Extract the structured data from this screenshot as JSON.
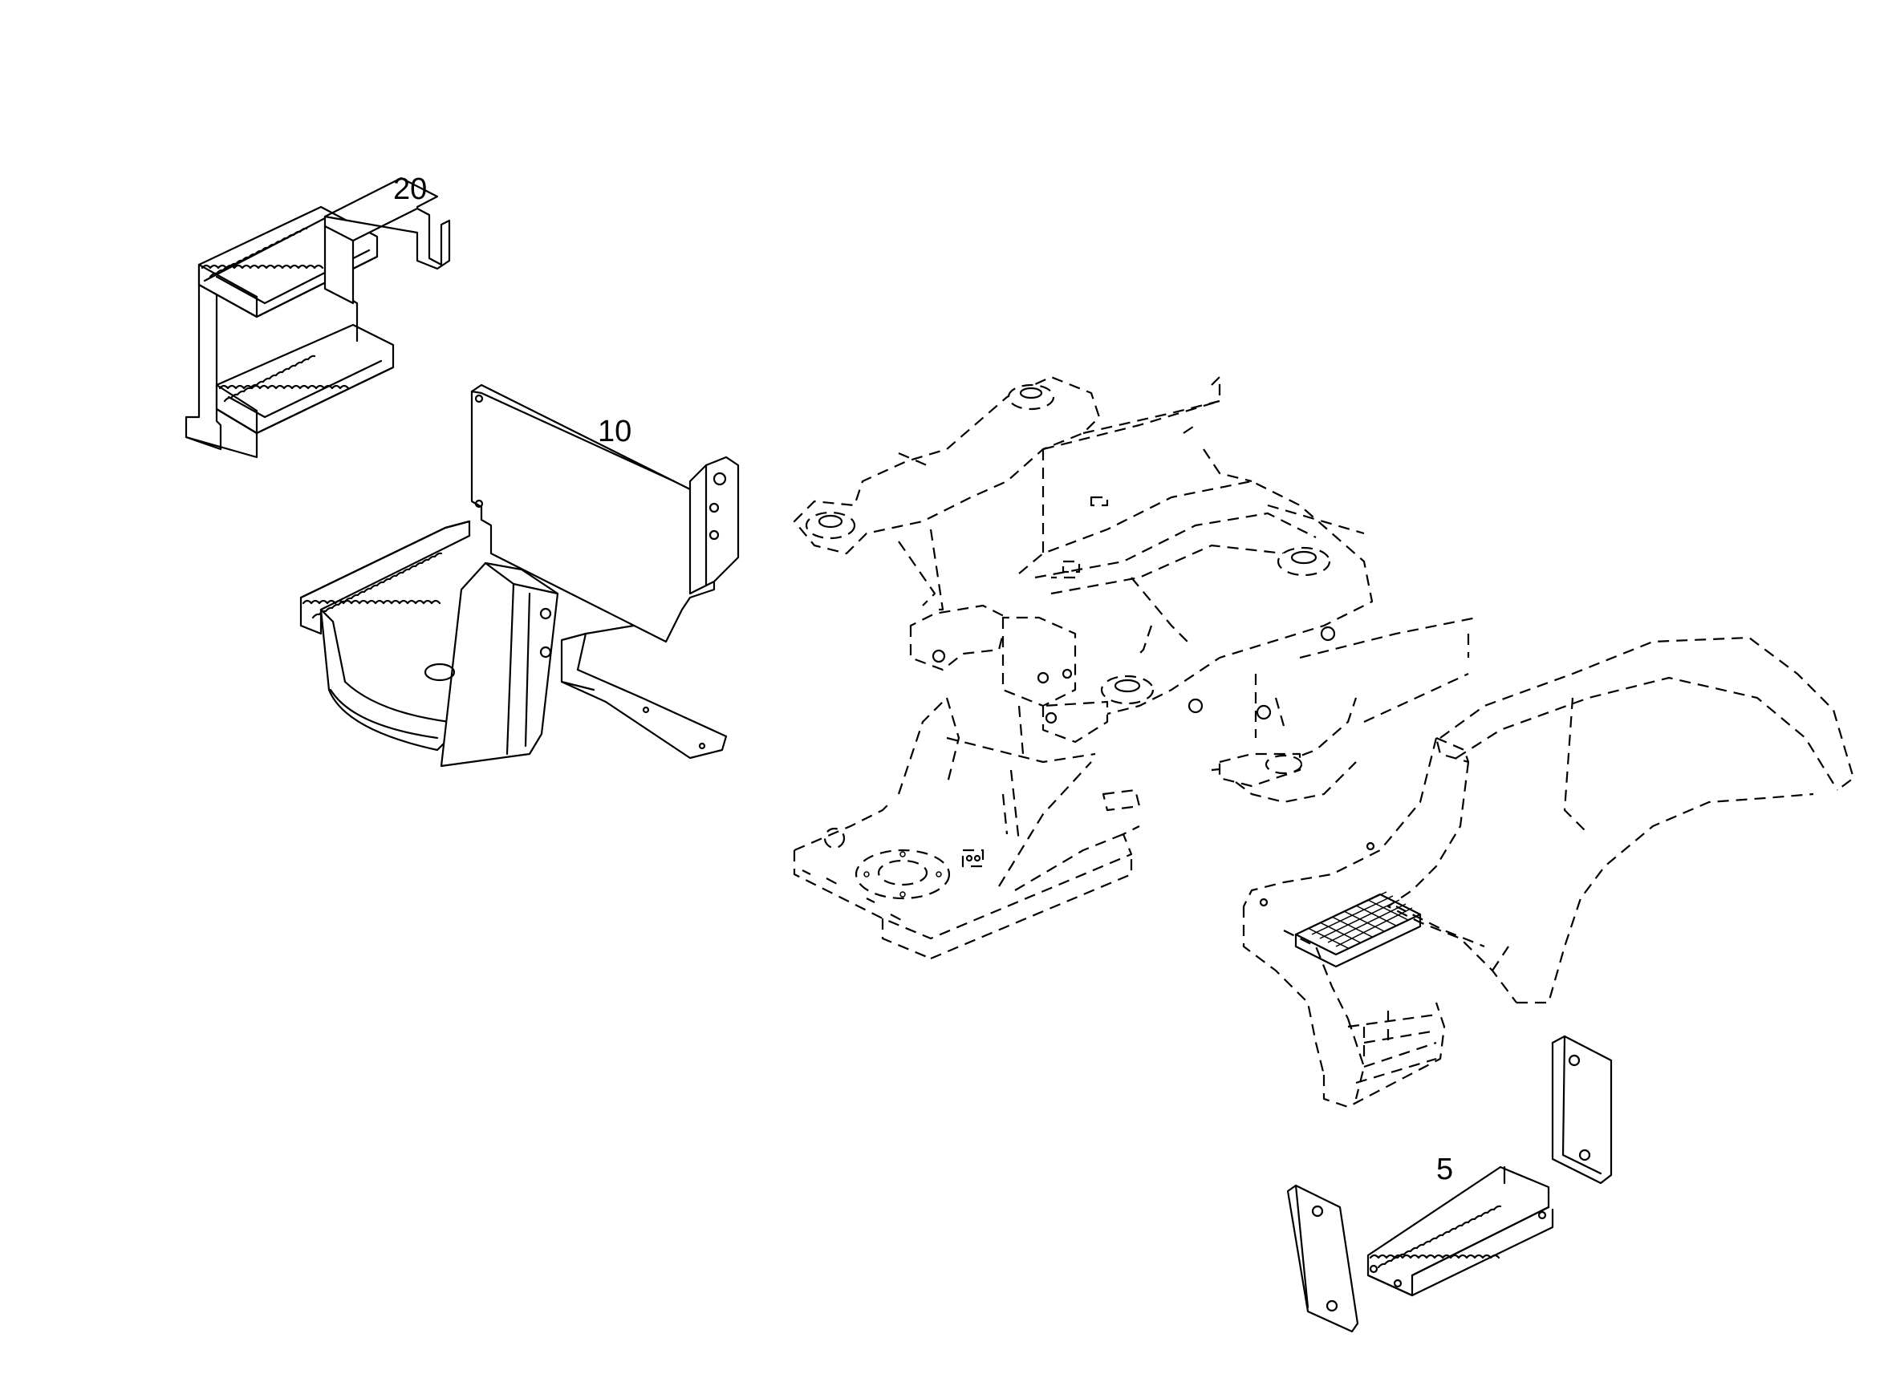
{
  "callouts": {
    "part_20": "20",
    "part_10": "10",
    "part_5": "5"
  },
  "colors": {
    "line": "#000000",
    "background": "#ffffff"
  }
}
